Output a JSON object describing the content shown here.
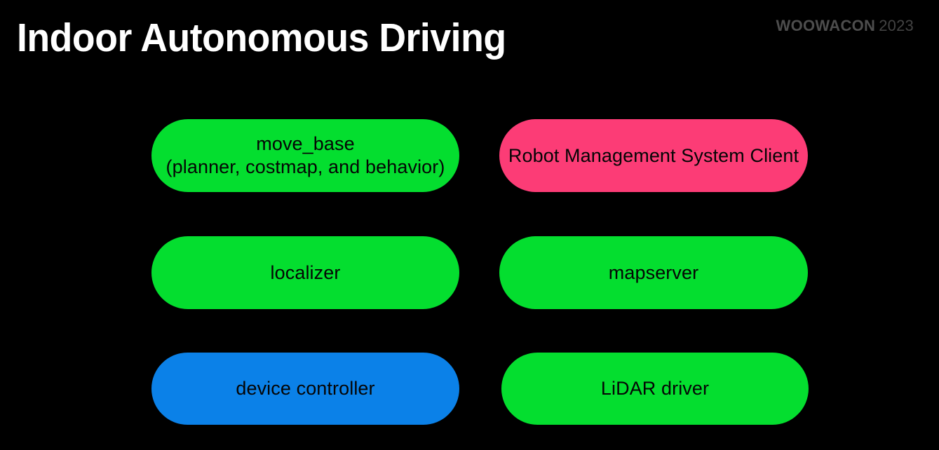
{
  "slide": {
    "title": "Indoor Autonomous Driving",
    "background_color": "#000000",
    "title_color": "#ffffff"
  },
  "brand": {
    "name": "WOOWACON",
    "year": "2023",
    "color": "#4a4a4a"
  },
  "colors": {
    "green": "#04de2f",
    "pink": "#fc3c76",
    "blue": "#0b81e8",
    "node_text": "#050505"
  },
  "diagram": {
    "type": "node-grid",
    "columns": 2,
    "rows": 3,
    "nodes": [
      {
        "id": "move-base",
        "label": "move_base",
        "sublabel": "(planner, costmap, and behavior)",
        "color": "#04de2f",
        "color_name": "green",
        "column": "left",
        "row": 1
      },
      {
        "id": "rms-client",
        "label": "Robot Management System Client",
        "sublabel": "",
        "color": "#fc3c76",
        "color_name": "pink",
        "column": "right",
        "row": 1
      },
      {
        "id": "localizer",
        "label": "localizer",
        "sublabel": "",
        "color": "#04de2f",
        "color_name": "green",
        "column": "left",
        "row": 2
      },
      {
        "id": "mapserver",
        "label": "mapserver",
        "sublabel": "",
        "color": "#04de2f",
        "color_name": "green",
        "column": "right",
        "row": 2
      },
      {
        "id": "device-controller",
        "label": "device controller",
        "sublabel": "",
        "color": "#0b81e8",
        "color_name": "blue",
        "column": "left",
        "row": 3
      },
      {
        "id": "lidar-driver",
        "label": "LiDAR driver",
        "sublabel": "",
        "color": "#04de2f",
        "color_name": "green",
        "column": "right",
        "row": 3
      }
    ]
  }
}
